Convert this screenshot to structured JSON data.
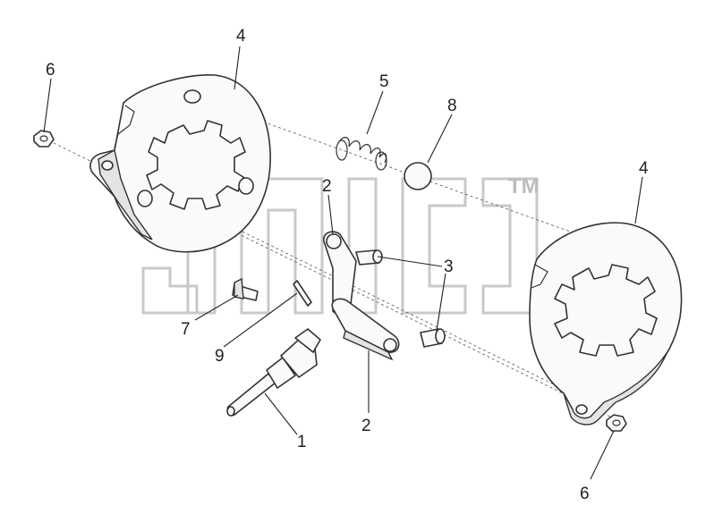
{
  "diagram": {
    "callouts": [
      "1",
      "2",
      "3",
      "4",
      "5",
      "6",
      "7",
      "8",
      "9"
    ],
    "watermark_mark": "TM"
  }
}
